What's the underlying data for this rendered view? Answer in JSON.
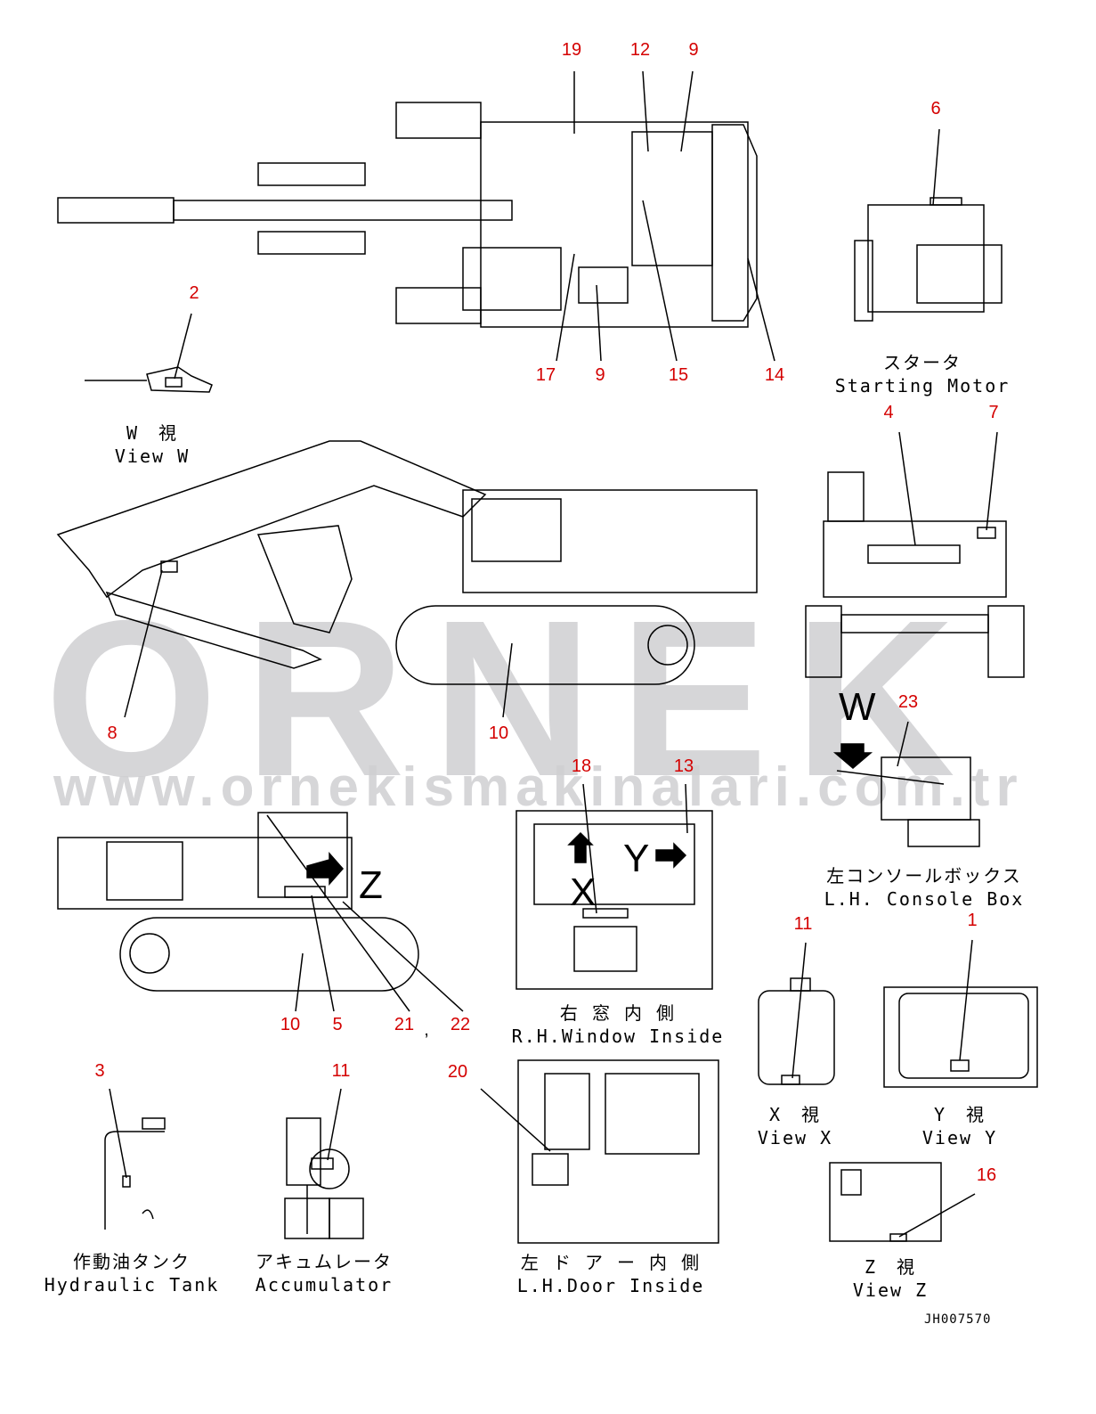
{
  "watermark": {
    "brand": "ORNEK",
    "url": "www.ornekismakinalari.com.tr"
  },
  "drawing_code": "JH007570",
  "callouts": [
    "19",
    "12",
    "9",
    "6",
    "2",
    "17",
    "9",
    "15",
    "14",
    "4",
    "7",
    "8",
    "10",
    "23",
    "18",
    "13",
    "10",
    "5",
    "21",
    ",",
    "22",
    "11",
    "1",
    "3",
    "11",
    "20",
    "16"
  ],
  "view_letters": {
    "w": "W",
    "x": "X",
    "y": "Y",
    "z": "Z"
  },
  "captions": {
    "starting_motor": {
      "jp": "スタータ",
      "en": "Starting Motor"
    },
    "view_w": {
      "jp": "W　視",
      "en": "View W"
    },
    "console_box": {
      "jp": "左コンソールボックス",
      "en": "L.H.  Console Box"
    },
    "rh_window": {
      "jp": "右 窓 内 側",
      "en": "R.H.Window Inside"
    },
    "view_x": {
      "jp": "X　視",
      "en": "View X"
    },
    "view_y": {
      "jp": "Y　視",
      "en": "View Y"
    },
    "hydraulic_tank": {
      "jp": "作動油タンク",
      "en": "Hydraulic Tank"
    },
    "accumulator": {
      "jp": "アキュムレータ",
      "en": "Accumulator"
    },
    "lh_door": {
      "jp": "左 ド ア ー 内 側",
      "en": "L.H.Door Inside"
    },
    "view_z": {
      "jp": "Z　視",
      "en": "View Z"
    }
  },
  "colors": {
    "callout": "#d40000",
    "watermark": "#cfcfd2"
  }
}
